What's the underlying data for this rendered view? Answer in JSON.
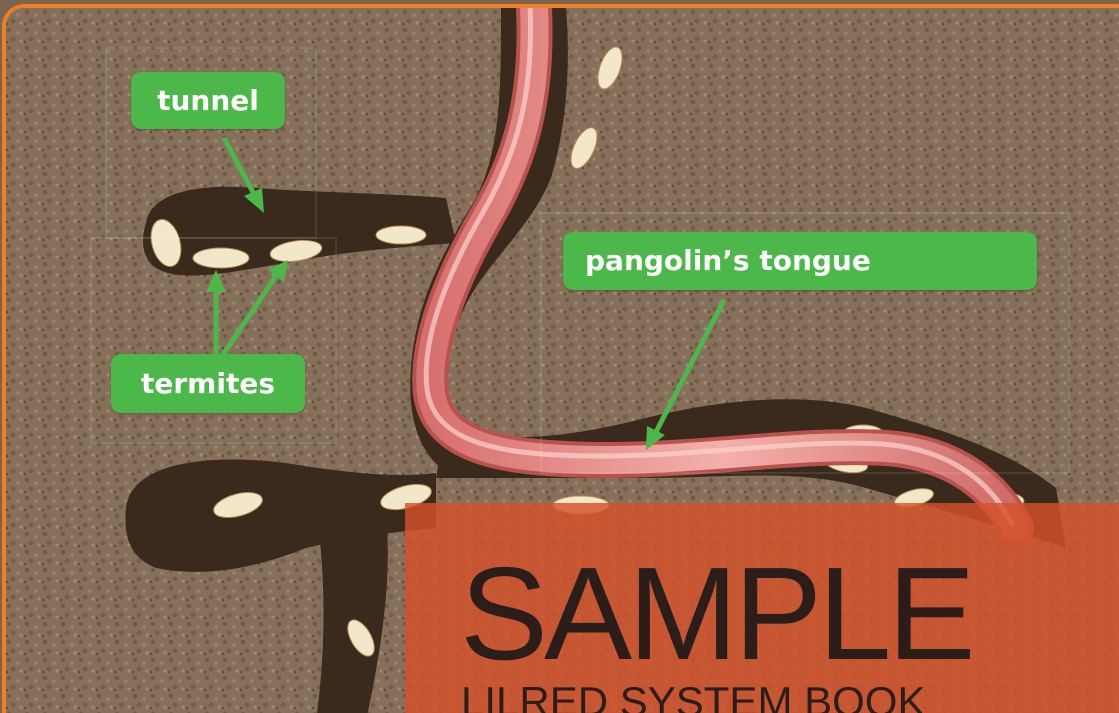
{
  "labels": {
    "tunnel": "tunnel",
    "termites": "termites",
    "tongue": "pangolin’s tongue"
  },
  "watermark": {
    "title": "SAMPLE",
    "subtitle": "LILRED SYSTEM BOOK"
  },
  "colors": {
    "frame": "#ef7f22",
    "label_bg": "#4cb84a",
    "arrow": "#4cb84a",
    "tongue": "#e7918d",
    "soil": "#7a6450",
    "tunnel": "#3a2a1e",
    "banner": "#d65229"
  }
}
